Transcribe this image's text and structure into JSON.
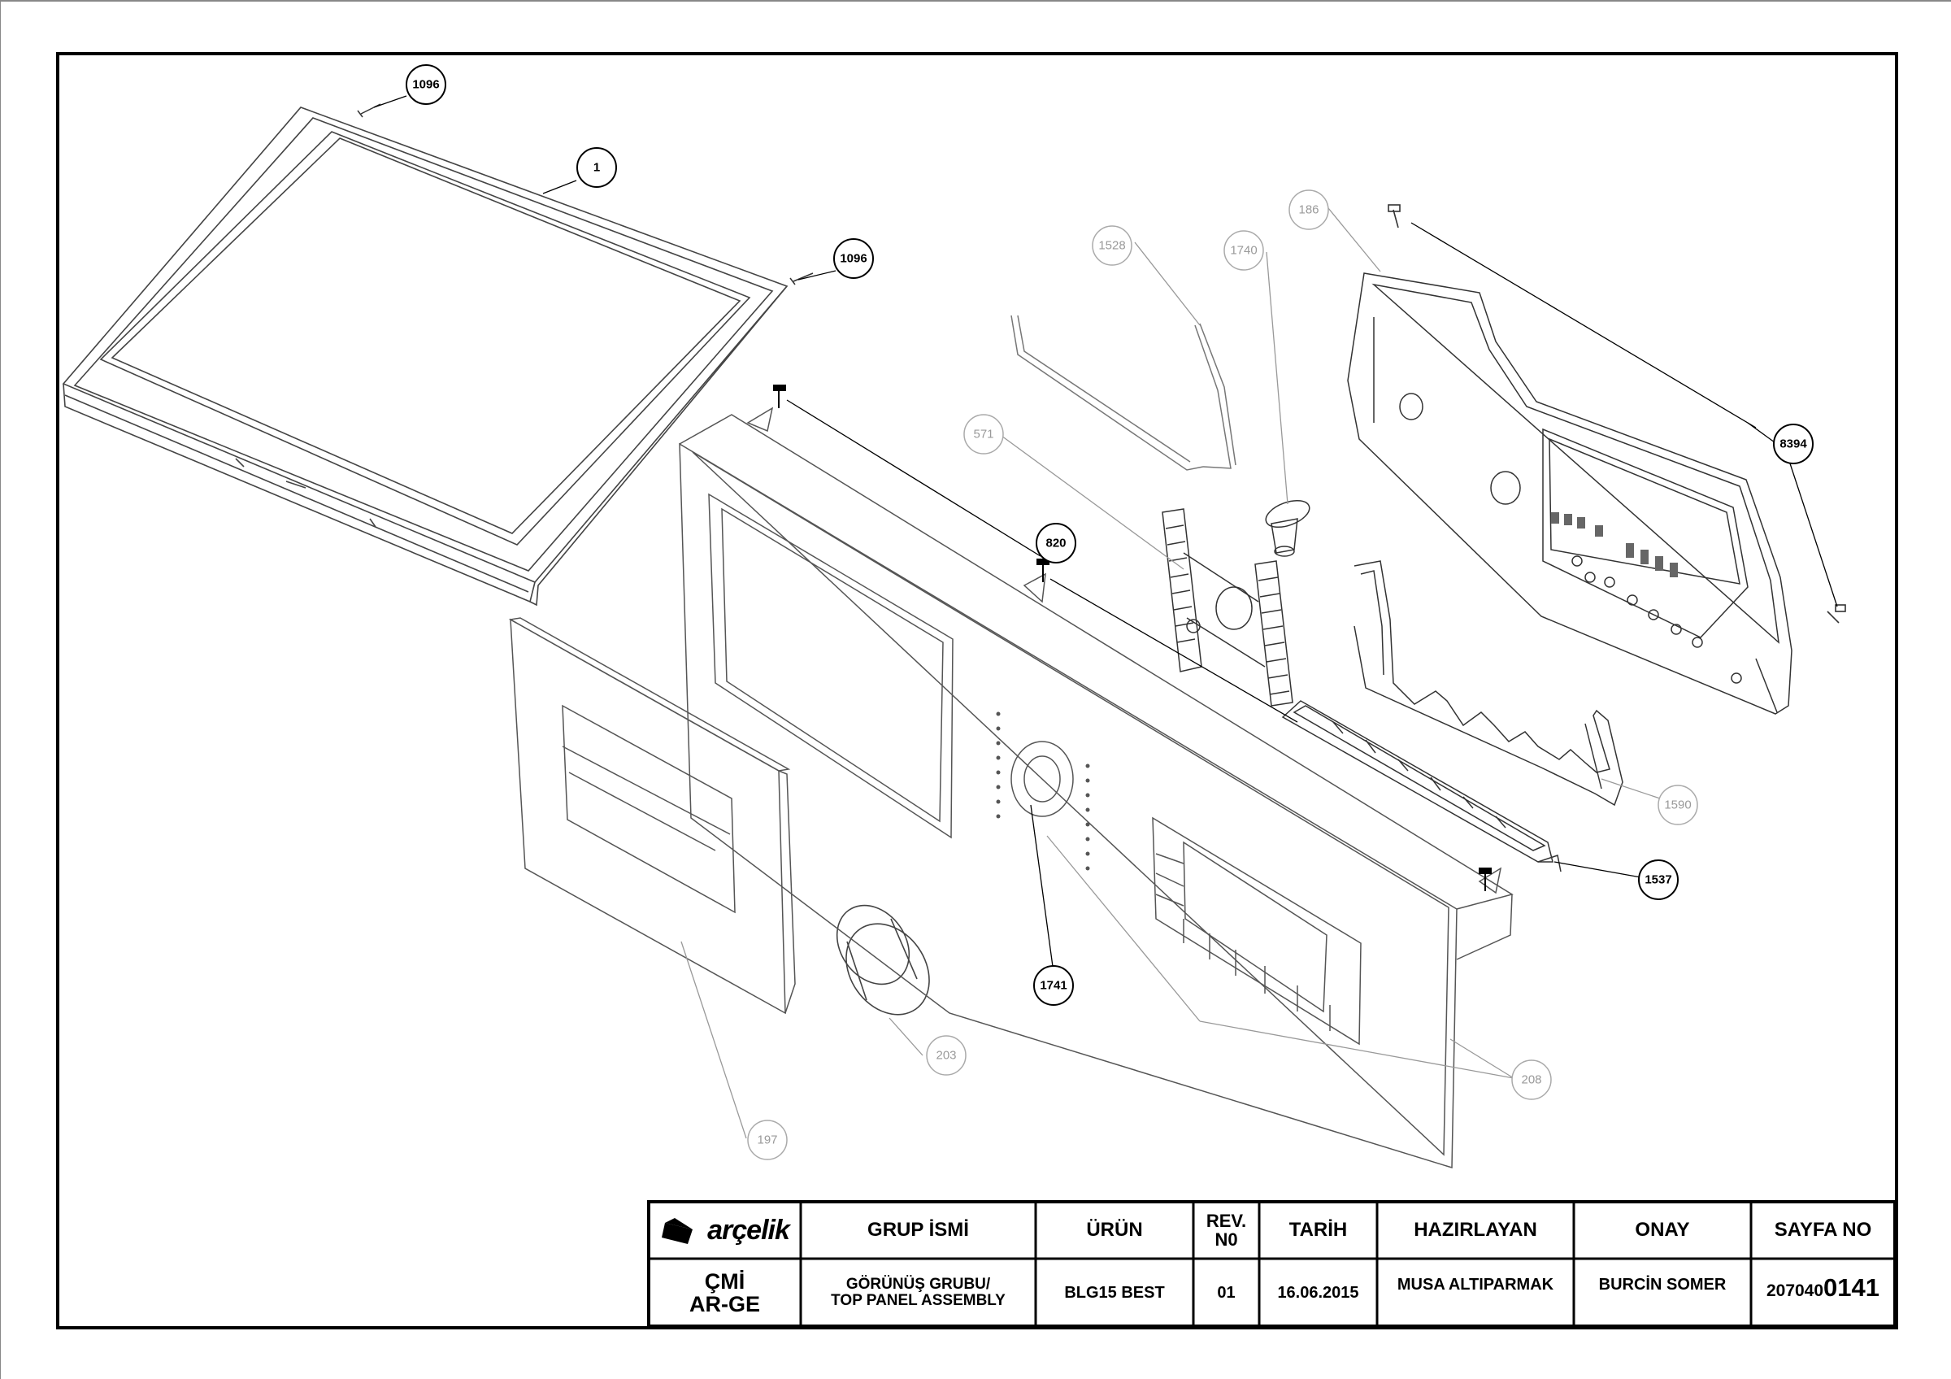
{
  "callouts": {
    "c1096a": "1096",
    "c1": "1",
    "c1096b": "1096",
    "c186": "186",
    "c1528": "1528",
    "c1740": "1740",
    "c571": "571",
    "c8394": "8394",
    "c820": "820",
    "c1590": "1590",
    "c1537": "1537",
    "c1741": "1741",
    "c203": "203",
    "c208": "208",
    "c197": "197"
  },
  "title_block": {
    "logo_text": "arçelik",
    "org_line1": "ÇMİ",
    "org_line2": "AR-GE",
    "headers": {
      "group": "GRUP İSMİ",
      "product": "ÜRÜN",
      "rev": "REV. N0",
      "date": "TARİH",
      "prepared": "HAZIRLAYAN",
      "approval": "ONAY",
      "page": "SAYFA NO"
    },
    "values": {
      "group_line1": "GÖRÜNÜŞ GRUBU/",
      "group_line2": "TOP PANEL ASSEMBLY",
      "product": "BLG15 BEST",
      "rev": "01",
      "date": "16.06.2015",
      "prepared": "MUSA ALTIPARMAK",
      "approval": "BURCİN SOMER",
      "page_prefix": "207040",
      "page_main": "0141"
    }
  },
  "colors": {
    "line": "#000000",
    "part_line": "#555555",
    "ghost": "#9a9a9a"
  }
}
